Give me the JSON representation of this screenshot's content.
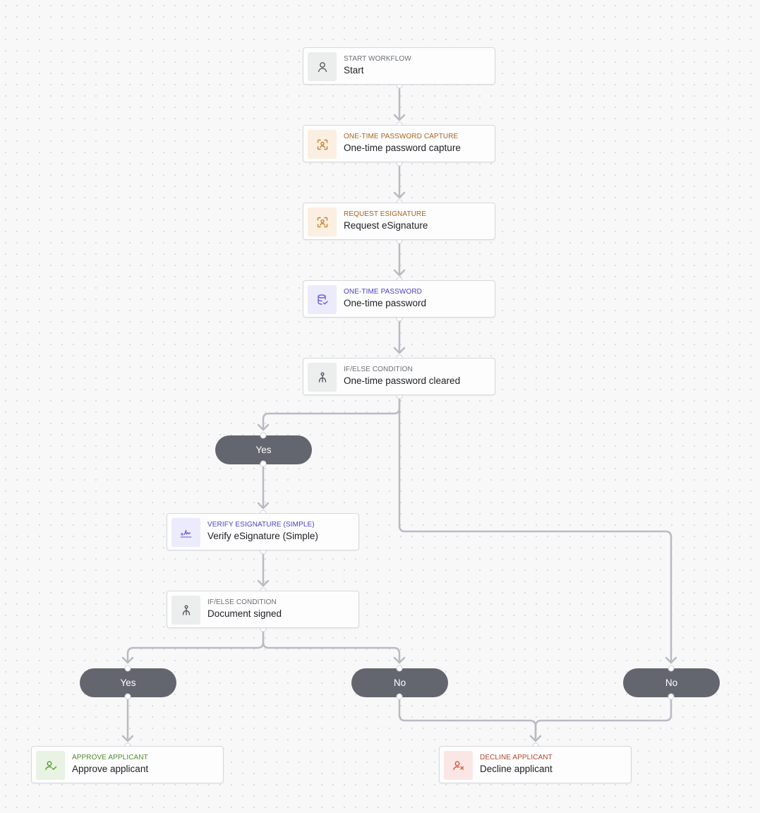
{
  "nodes": {
    "start": {
      "kind": "START WORKFLOW",
      "label": "Start",
      "color": "#55585f",
      "icon": "user-icon"
    },
    "otp_capture": {
      "kind": "ONE-TIME PASSWORD CAPTURE",
      "label": "One-time password capture",
      "color": "#c7822f",
      "icon": "face-scan-icon"
    },
    "request_esig": {
      "kind": "REQUEST ESIGNATURE",
      "label": "Request eSignature",
      "color": "#c7822f",
      "icon": "face-scan-icon"
    },
    "otp": {
      "kind": "ONE-TIME PASSWORD",
      "label": "One-time password",
      "color": "#6b62da",
      "icon": "database-check-icon"
    },
    "cond_otp": {
      "kind": "IF/ELSE CONDITION",
      "label": "One-time password cleared",
      "color": "#55585f",
      "icon": "branch-icon"
    },
    "verify_esig": {
      "kind": "VERIFY ESIGNATURE (SIMPLE)",
      "label": "Verify eSignature (Simple)",
      "color": "#6b62da",
      "icon": "signature-icon"
    },
    "cond_doc": {
      "kind": "IF/ELSE CONDITION",
      "label": "Document signed",
      "color": "#55585f",
      "icon": "branch-icon"
    },
    "approve": {
      "kind": "APPROVE APPLICANT",
      "label": "Approve applicant",
      "color": "#5b9c34",
      "icon": "user-check-icon"
    },
    "decline": {
      "kind": "DECLINE APPLICANT",
      "label": "Decline applicant",
      "color": "#cf5a48",
      "icon": "user-x-icon"
    }
  },
  "branches": {
    "otp_yes": "Yes",
    "otp_no": "No",
    "doc_yes": "Yes",
    "doc_no": "No"
  },
  "colors": {
    "edge": "#b9bbc1",
    "pill": "#64666f"
  }
}
